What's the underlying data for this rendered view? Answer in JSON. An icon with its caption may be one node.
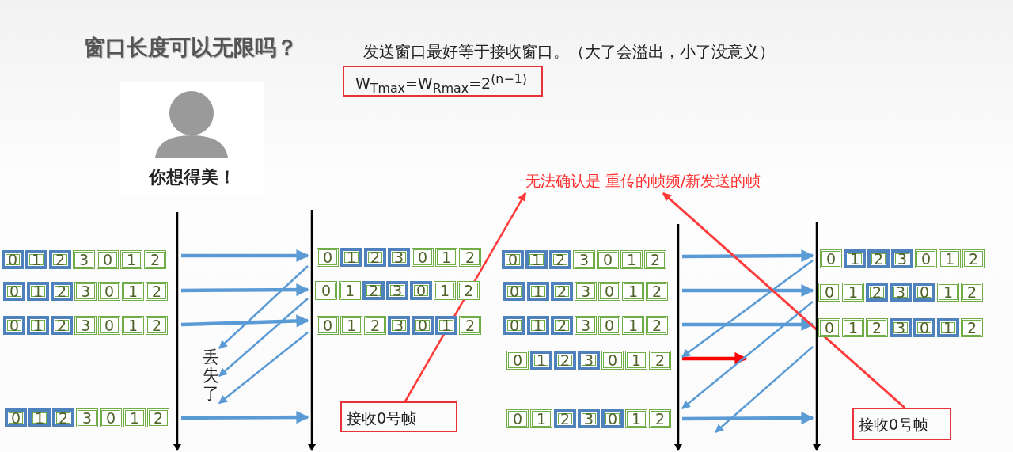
{
  "diagram": {
    "title": "窗口长度可以无限吗？",
    "nodes": [
      {
        "text": [
          "W$_{Tmax}$=W$_{Rmax}$=2$^{(n−1)}$"
        ]
      },
      {
        "text": [
          "你想得美！"
        ]
      },
      {
        "text": [
          "无法确认是 重传的帧频/新发送的帧"
        ]
      },
      {
        "text": [],
        "shape": "bar"
      },
      {
        "text": [],
        "shape": "bar"
      },
      {
        "text": [
          "丢失了"
        ]
      },
      {
        "text": [
          "接收0号帧"
        ]
      },
      {
        "text": [],
        "shape": "bar"
      },
      {
        "text": [],
        "shape": "bar"
      },
      {
        "text": [
          "接收0号帧"
        ]
      }
    ],
    "edges": [
      {
        "from": 3,
        "to": 4,
        "arrow": "to"
      },
      {
        "from": 3,
        "to": 4,
        "arrow": "to"
      },
      {
        "from": 3,
        "to": 4,
        "arrow": "to"
      },
      {
        "from": 3,
        "to": 4,
        "arrow": "to"
      },
      {
        "from": 4,
        "to": 5,
        "arrow": "to"
      },
      {
        "from": 4,
        "to": 5,
        "arrow": "to"
      },
      {
        "from": 4,
        "to": 5,
        "arrow": "to"
      },
      {
        "from": 7,
        "to": 8,
        "arrow": "to"
      },
      {
        "from": 7,
        "to": 8,
        "arrow": "to"
      },
      {
        "from": 7,
        "to": 8,
        "arrow": "to"
      },
      {
        "from": 7,
        "to": 8,
        "arrow": "to"
      },
      {
        "from": 7,
        "to": null,
        "arrow": "to",
        "color": "#ff0000"
      },
      {
        "from": 8,
        "to": 7,
        "arrow": "to"
      },
      {
        "from": 8,
        "to": 7,
        "arrow": "to"
      },
      {
        "from": 8,
        "to": null,
        "arrow": "to"
      },
      {
        "from": 6,
        "to": 2,
        "arrow": "to",
        "color": "#ff3b3b"
      },
      {
        "from": 9,
        "to": 2,
        "arrow": "to",
        "color": "#ff3b3b"
      }
    ],
    "labels": [
      "发送窗口最好等于接收窗口。（大了会溢出，小了没意义）",
      "0",
      "1",
      "2",
      "3",
      "0",
      "1",
      "2",
      "0",
      "1",
      "2",
      "3",
      "0",
      "1",
      "2",
      "0",
      "1",
      "2",
      "3",
      "0",
      "1",
      "2",
      "0",
      "1",
      "2",
      "3",
      "0",
      "1",
      "2",
      "0",
      "1",
      "2",
      "3",
      "0",
      "1",
      "2",
      "0",
      "1",
      "2",
      "3",
      "0",
      "1",
      "2",
      "0",
      "1",
      "2",
      "3",
      "0",
      "1",
      "2",
      "0",
      "1",
      "2",
      "3",
      "0",
      "1",
      "2",
      "0",
      "1",
      "2",
      "3",
      "0",
      "1",
      "2",
      "0",
      "1",
      "2",
      "3",
      "0",
      "1",
      "2",
      "0",
      "1",
      "2",
      "3",
      "0",
      "1",
      "2",
      "0",
      "1",
      "2",
      "3",
      "0",
      "1",
      "2",
      "0",
      "1",
      "2",
      "3",
      "0",
      "1",
      "2",
      "0",
      "1",
      "2",
      "3",
      "0",
      "1",
      "2",
      "0",
      "1",
      "2",
      "3",
      "0",
      "1",
      "2"
    ]
  }
}
